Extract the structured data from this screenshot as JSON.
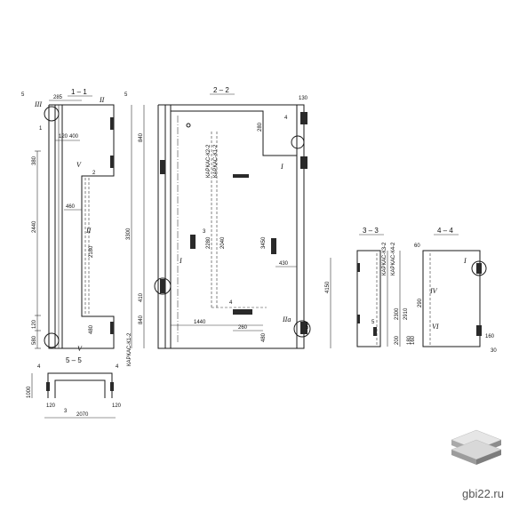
{
  "sections": {
    "s1": "1 – 1",
    "s2": "2 – 2",
    "s3": "3 – 3",
    "s4": "4 – 4",
    "s5": "5 – 5"
  },
  "callouts": {
    "I": "I",
    "II": "II",
    "III": "III",
    "IV": "IV",
    "V": "V",
    "VI": "VI",
    "IIa": "IIa"
  },
  "marks": {
    "m1": "1",
    "m2": "2",
    "m3": "3",
    "m4": "4",
    "m5": "5",
    "m51": "5",
    "m4b": "4",
    "m3b": "3",
    "m3c": "3"
  },
  "dims": {
    "d285": "285",
    "d120": "120",
    "d400": "400",
    "d2440": "2440",
    "d2180": "2180",
    "d460": "460",
    "d480": "480",
    "d120b": "120",
    "d580": "580",
    "d380": "380",
    "d1000": "1000",
    "d3300": "3300",
    "d840": "840",
    "d2280": "2280",
    "d2040": "2040",
    "d3450": "3450",
    "d430": "430",
    "d4150": "4150",
    "d1440": "1440",
    "d260": "260",
    "d480b": "480",
    "d410": "410",
    "d130": "130",
    "d280": "280",
    "d2300": "2300",
    "d2910": "2910",
    "d2070": "2070",
    "d200": "200",
    "d180": "180",
    "d160": "160",
    "d120c": "120",
    "d60": "60",
    "d30": "30",
    "d290": "290",
    "d160b": "160"
  },
  "mesh_labels": {
    "k1": "КАРКАС-К1-2",
    "k2": "КАРКАС-К2-2",
    "k3": "КАРКАС-К1-2",
    "k4": "КАРКАС-К3-2",
    "k5": "КАРКАС-К4-2"
  },
  "brand": {
    "domain": "gbi22.ru"
  }
}
